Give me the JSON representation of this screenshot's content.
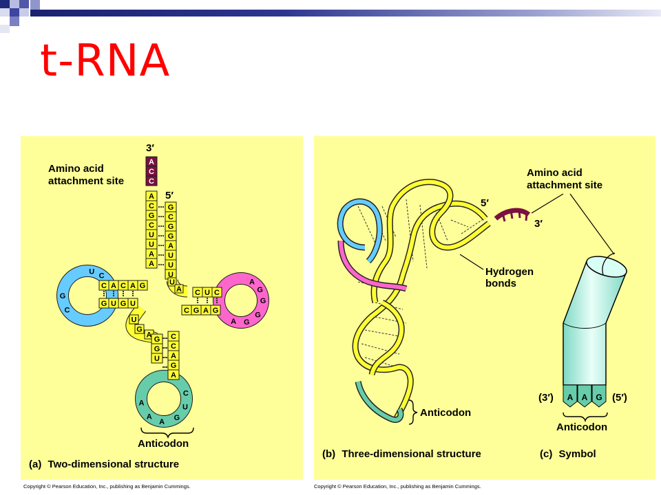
{
  "slide": {
    "title": "t-RNA"
  },
  "colors": {
    "title": "#ff0000",
    "panel": "#ffff99",
    "yellow_base": "#ffff33",
    "blue_loop": "#66ccff",
    "pink_loop": "#ff66cc",
    "teal_loop": "#66ccaa",
    "maroon": "#7a1040",
    "banner": "#1f2a7a"
  },
  "panel_a": {
    "prime_3": "3′",
    "prime_5": "5′",
    "amino_label": [
      "Amino acid",
      "attachment site"
    ],
    "acc": [
      "A",
      "C",
      "C"
    ],
    "acceptor_left": [
      "A",
      "C",
      "G",
      "C",
      "U",
      "U",
      "A",
      "A"
    ],
    "acceptor_right": [
      "G",
      "C",
      "G",
      "G",
      "A",
      "U",
      "U",
      "U"
    ],
    "d_top": [
      "C",
      "A",
      "C",
      "A",
      "G"
    ],
    "d_bottom": [
      "G",
      "U",
      "G",
      "U"
    ],
    "d_loop": [
      "U",
      "C",
      "G",
      "C"
    ],
    "t_top": [
      "C",
      "U",
      "C"
    ],
    "t_bottom": [
      "C",
      "G",
      "A",
      "G"
    ],
    "t_loop": [
      "A",
      "G",
      "G",
      "G",
      "G",
      "A"
    ],
    "connector_right": [
      "U",
      "A"
    ],
    "connector_left": [
      "U",
      "G",
      "A"
    ],
    "ac_stem_left": [
      "G",
      "G",
      "U"
    ],
    "ac_stem_right": [
      "C",
      "C",
      "A",
      "G",
      "A"
    ],
    "ac_loop": [
      "A",
      "A",
      "A",
      "G",
      "U",
      "C"
    ],
    "anticodon_label": "Anticodon",
    "caption_letter": "(a)",
    "caption": "Two-dimensional structure"
  },
  "panel_b": {
    "prime_5": "5′",
    "prime_3": "3′",
    "hydrogen_label": [
      "Hydrogen",
      "bonds"
    ],
    "anticodon_label": "Anticodon",
    "caption_letter": "(b)",
    "caption": "Three-dimensional structure"
  },
  "panel_c": {
    "amino_label": [
      "Amino acid",
      "attachment site"
    ],
    "prime_3": "(3′)",
    "prime_5": "(5′)",
    "bases": [
      "A",
      "A",
      "G"
    ],
    "anticodon_label": "Anticodon",
    "caption_letter": "(c)",
    "caption": "Symbol"
  },
  "footer": {
    "copyright_left": "Copyright © Pearson Education, Inc., publishing as Benjamin Cummings.",
    "copyright_right": "Copyright © Pearson Education, Inc., publishing as Benjamin Cummings."
  }
}
